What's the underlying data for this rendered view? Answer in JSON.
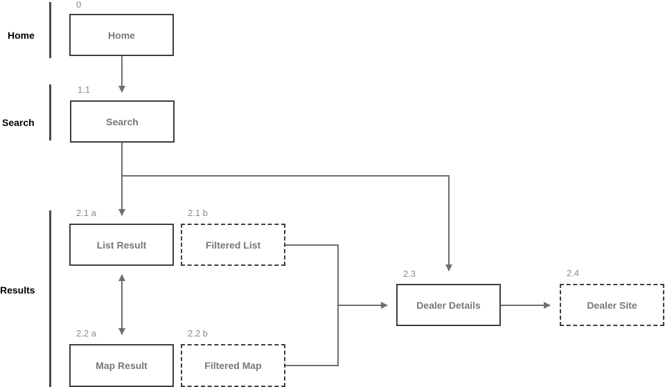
{
  "sections": [
    {
      "key": "home",
      "label": "Home"
    },
    {
      "key": "search",
      "label": "Search"
    },
    {
      "key": "results",
      "label": "Results"
    }
  ],
  "nodes": [
    {
      "key": "home",
      "id": "0",
      "label": "Home",
      "style": "solid"
    },
    {
      "key": "search",
      "id": "1.1",
      "label": "Search",
      "style": "solid"
    },
    {
      "key": "list-result",
      "id": "2.1 a",
      "label": "List Result",
      "style": "solid"
    },
    {
      "key": "filtered-list",
      "id": "2.1 b",
      "label": "Filtered List",
      "style": "dashed"
    },
    {
      "key": "map-result",
      "id": "2.2 a",
      "label": "Map Result",
      "style": "solid"
    },
    {
      "key": "filtered-map",
      "id": "2.2 b",
      "label": "Filtered Map",
      "style": "dashed"
    },
    {
      "key": "dealer-details",
      "id": "2.3",
      "label": "Dealer Details",
      "style": "solid"
    },
    {
      "key": "dealer-site",
      "id": "2.4",
      "label": "Dealer Site",
      "style": "dashed"
    }
  ],
  "edges": [
    {
      "from": "home",
      "to": "search"
    },
    {
      "from": "search",
      "to": "list-result"
    },
    {
      "from": "search",
      "to": "dealer-details"
    },
    {
      "from": "list-result",
      "to": "map-result",
      "bidirectional": true
    },
    {
      "from": "filtered-list",
      "to": "dealer-details"
    },
    {
      "from": "filtered-map",
      "to": "dealer-details"
    },
    {
      "from": "dealer-details",
      "to": "dealer-site"
    }
  ],
  "colors": {
    "border": "#3d3d3d",
    "node_text": "#777777",
    "id_text": "#8a8a8a",
    "section_text": "#000000",
    "connector": "#6e6e6e",
    "section_bar": "#4a4a4a"
  }
}
